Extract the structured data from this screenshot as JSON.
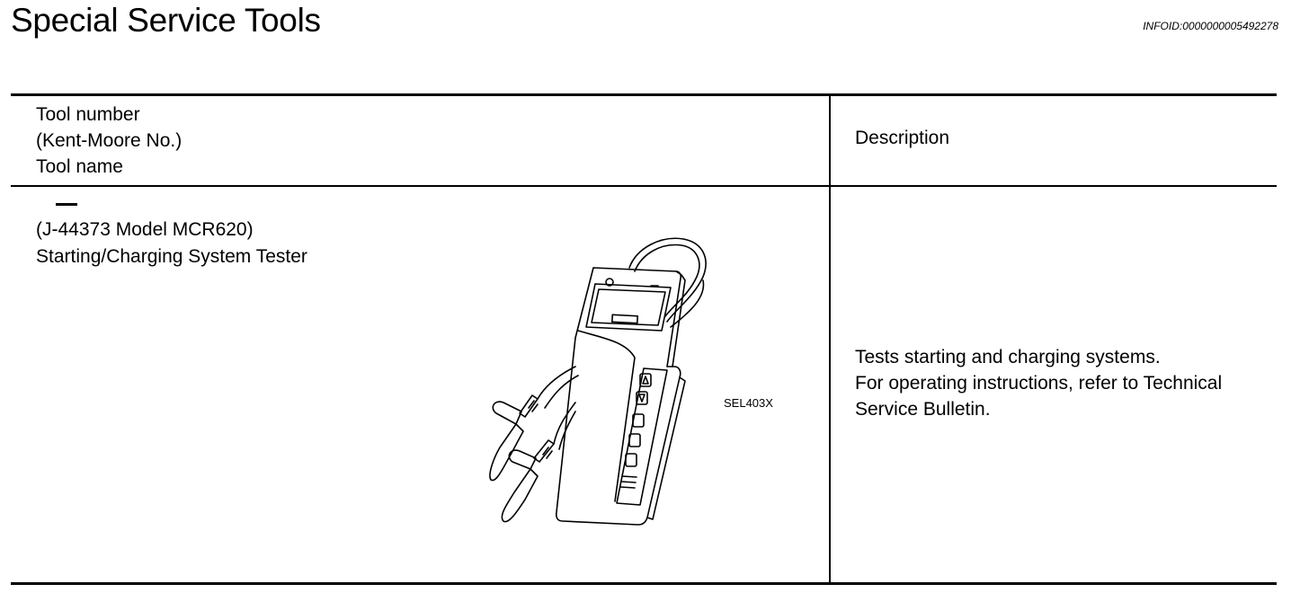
{
  "page": {
    "title": "Special Service Tools",
    "info_id": "INFOID:0000000005492278"
  },
  "table": {
    "header": {
      "tool_lines": [
        "Tool number",
        "(Kent-Moore No.)",
        "Tool name"
      ],
      "description": "Description"
    },
    "rows": [
      {
        "tool_number": "—",
        "kent_moore": "(J-44373 Model MCR620)",
        "tool_name": "Starting/Charging System Tester",
        "illustration_code": "SEL403X",
        "description_lines": [
          "Tests starting and charging systems.",
          "For operating instructions, refer to Technical",
          "Service Bulletin."
        ]
      }
    ]
  }
}
